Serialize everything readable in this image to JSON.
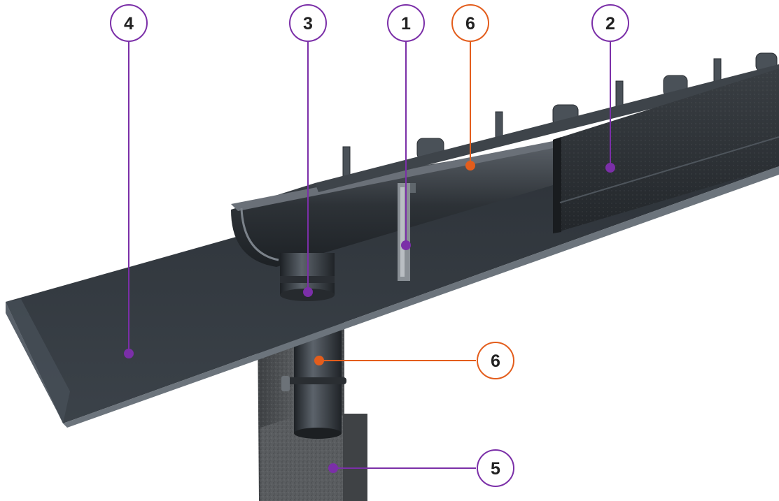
{
  "colors": {
    "purple": "#7b2fa8",
    "orange": "#e35d1c",
    "metal_dark": "#2b3035",
    "metal_mid": "#3f464d",
    "concrete": "#55585b"
  },
  "callouts": [
    {
      "id": "4",
      "label": "4",
      "color": "purple"
    },
    {
      "id": "3",
      "label": "3",
      "color": "purple"
    },
    {
      "id": "1",
      "label": "1",
      "color": "purple"
    },
    {
      "id": "6-top",
      "label": "6",
      "color": "orange"
    },
    {
      "id": "2",
      "label": "2",
      "color": "purple"
    },
    {
      "id": "6-bottom",
      "label": "6",
      "color": "orange"
    },
    {
      "id": "5",
      "label": "5",
      "color": "purple"
    }
  ]
}
